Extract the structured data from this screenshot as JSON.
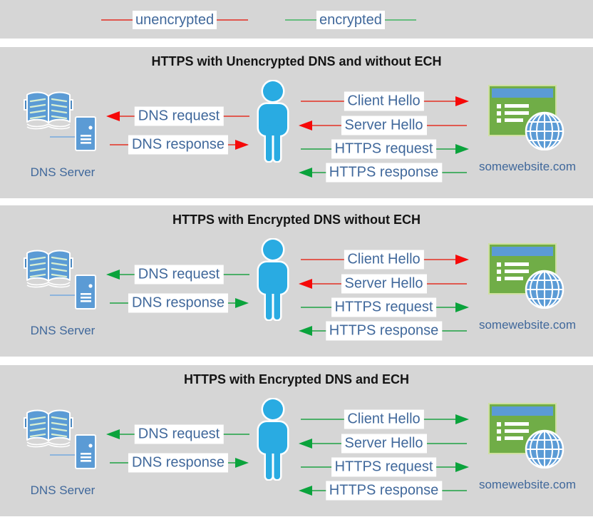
{
  "colors": {
    "panel_background": "#d6d6d6",
    "label_text": "#40689b",
    "red_line": "#e05a50",
    "red_arrowhead": "#f60909",
    "green_line": "#4caf68",
    "green_arrowhead": "#0aa33c",
    "person_blue": "#29abe2",
    "office_blue": "#5b9bd5",
    "website_green": "#70ad47"
  },
  "legend": {
    "items": [
      {
        "label": "unencrypted",
        "color": "red"
      },
      {
        "label": "encrypted",
        "color": "green"
      }
    ]
  },
  "panels": [
    {
      "title": "HTTPS with Unencrypted DNS and without ECH",
      "dns_server_label": "DNS Server",
      "website_label": "somewebsite.com",
      "arrows": [
        {
          "label": "DNS request",
          "direction": "left",
          "color": "red"
        },
        {
          "label": "DNS response",
          "direction": "right",
          "color": "red"
        },
        {
          "label": "Client Hello",
          "direction": "right",
          "color": "red"
        },
        {
          "label": "Server Hello",
          "direction": "left",
          "color": "red"
        },
        {
          "label": "HTTPS request",
          "direction": "right",
          "color": "green"
        },
        {
          "label": "HTTPS response",
          "direction": "left",
          "color": "green"
        }
      ]
    },
    {
      "title": "HTTPS with Encrypted DNS without ECH",
      "dns_server_label": "DNS Server",
      "website_label": "somewebsite.com",
      "arrows": [
        {
          "label": "DNS request",
          "direction": "left",
          "color": "green"
        },
        {
          "label": "DNS response",
          "direction": "right",
          "color": "green"
        },
        {
          "label": "Client Hello",
          "direction": "right",
          "color": "red"
        },
        {
          "label": "Server Hello",
          "direction": "left",
          "color": "red"
        },
        {
          "label": "HTTPS request",
          "direction": "right",
          "color": "green"
        },
        {
          "label": "HTTPS response",
          "direction": "left",
          "color": "green"
        }
      ]
    },
    {
      "title": "HTTPS with Encrypted DNS and ECH",
      "dns_server_label": "DNS Server",
      "website_label": "somewebsite.com",
      "arrows": [
        {
          "label": "DNS request",
          "direction": "left",
          "color": "green"
        },
        {
          "label": "DNS response",
          "direction": "right",
          "color": "green"
        },
        {
          "label": "Client Hello",
          "direction": "right",
          "color": "green"
        },
        {
          "label": "Server Hello",
          "direction": "left",
          "color": "green"
        },
        {
          "label": "HTTPS request",
          "direction": "right",
          "color": "green"
        },
        {
          "label": "HTTPS response",
          "direction": "left",
          "color": "green"
        }
      ]
    }
  ]
}
